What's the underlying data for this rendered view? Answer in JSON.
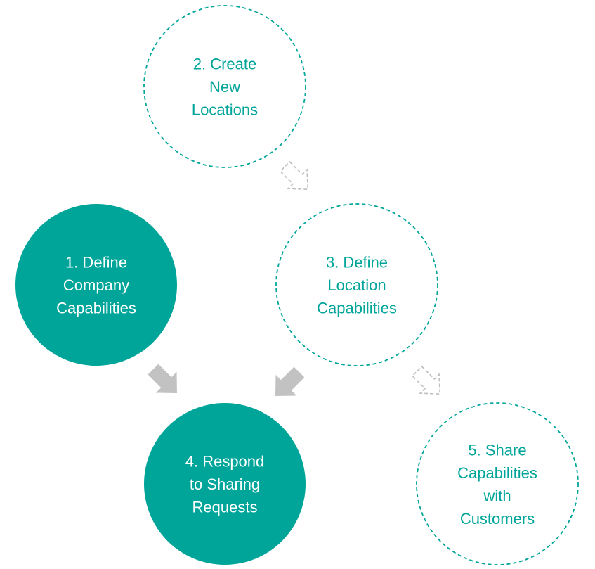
{
  "colors": {
    "teal": "#00a59a",
    "white": "#ffffff",
    "arrow_solid": "#c2c2c2",
    "arrow_dashed": "#bdbdbd"
  },
  "steps": [
    {
      "id": "step-1",
      "lines": [
        "1. Define",
        "Company",
        "Capabilities"
      ],
      "style": "filled"
    },
    {
      "id": "step-2",
      "lines": [
        "2. Create",
        "New",
        "Locations"
      ],
      "style": "dashed"
    },
    {
      "id": "step-3",
      "lines": [
        "3. Define",
        "Location",
        "Capabilities"
      ],
      "style": "dashed"
    },
    {
      "id": "step-4",
      "lines": [
        "4. Respond",
        "to Sharing",
        "Requests"
      ],
      "style": "filled"
    },
    {
      "id": "step-5",
      "lines": [
        "5. Share",
        "Capabilities",
        "with",
        "Customers"
      ],
      "style": "dashed"
    }
  ],
  "arrows": [
    {
      "from": "step-2",
      "to": "step-3",
      "style": "dashed"
    },
    {
      "from": "step-3",
      "to": "step-5",
      "style": "dashed"
    },
    {
      "from": "step-1",
      "to": "step-4",
      "style": "solid"
    },
    {
      "from": "step-3",
      "to": "step-4",
      "style": "solid"
    }
  ]
}
